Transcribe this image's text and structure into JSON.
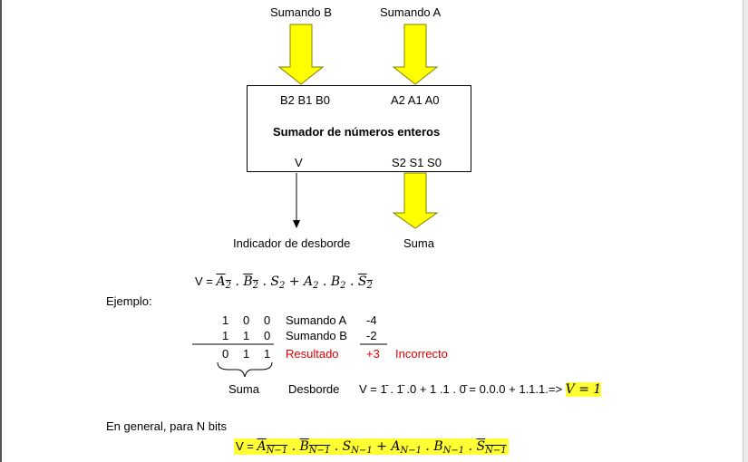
{
  "diagram": {
    "input_b_label": "Sumando B",
    "input_a_label": "Sumando A",
    "box_inputs_b": "B2 B1 B0",
    "box_inputs_a": "A2 A1 A0",
    "box_title": "Sumador de números enteros",
    "box_output_v": "V",
    "box_outputs_s": "S2 S1 S0",
    "overflow_label": "Indicador de desborde",
    "sum_label": "Suma",
    "arrow_color": "#ffff00"
  },
  "formula": {
    "lhs": "V =",
    "a2": "A",
    "b2": "B",
    "s2": "S",
    "sub2": "2"
  },
  "example": {
    "title": "Ejemplo:",
    "rows": [
      {
        "bits": [
          "1",
          "0",
          "0"
        ],
        "label": "Sumando A",
        "value": "-4"
      },
      {
        "bits": [
          "1",
          "1",
          "0"
        ],
        "label": "Sumando B",
        "value": "-2"
      },
      {
        "bits": [
          "0",
          "1",
          "1"
        ],
        "label": "Resultado",
        "value": "+3",
        "note": "Incorrecto"
      }
    ],
    "suma_label": "Suma",
    "desborde_label": "Desborde",
    "calc_text": "V = 1̄ . 1̄ .0 + 1 .1 . 0̄ = 0.0.0 + 1.1.1.=> ",
    "calc_result": "V = 1"
  },
  "general": {
    "title": "En general, para N bits",
    "lhs": "V =",
    "sub_n": "N−1"
  }
}
